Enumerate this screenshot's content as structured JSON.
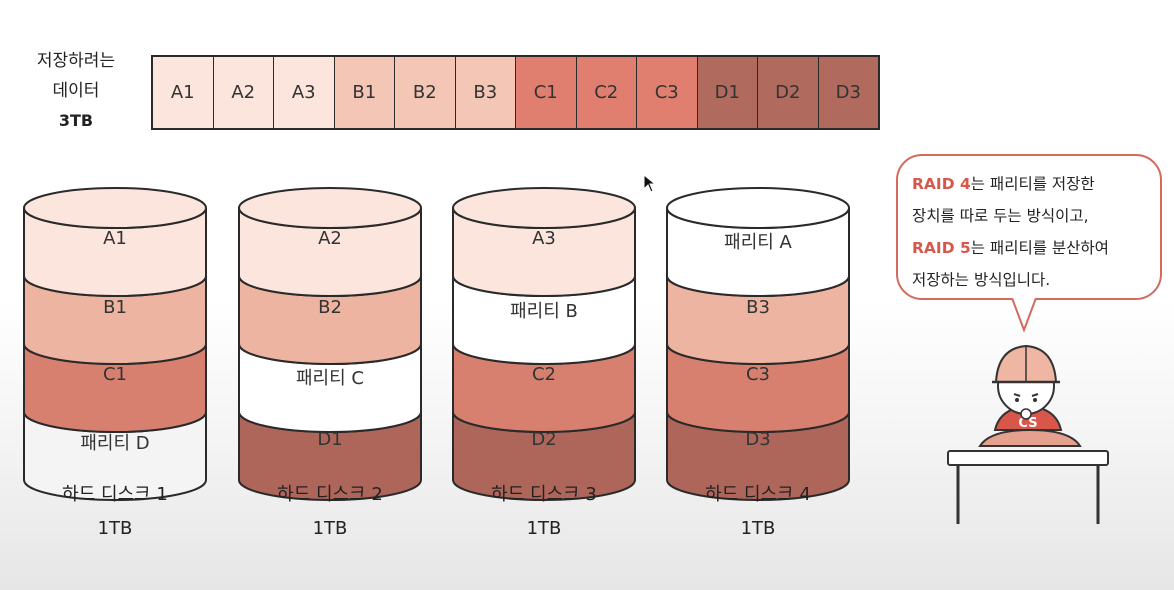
{
  "data_label": {
    "line1": "저장하려는",
    "line2": "데이터",
    "size": "3TB"
  },
  "blocks": [
    {
      "label": "A1",
      "color": "#fbe5dd"
    },
    {
      "label": "A2",
      "color": "#fbe5dd"
    },
    {
      "label": "A3",
      "color": "#fbe5dd"
    },
    {
      "label": "B1",
      "color": "#f3c6b6"
    },
    {
      "label": "B2",
      "color": "#f3c6b6"
    },
    {
      "label": "B3",
      "color": "#f3c6b6"
    },
    {
      "label": "C1",
      "color": "#e07f6f"
    },
    {
      "label": "C2",
      "color": "#e07f6f"
    },
    {
      "label": "C3",
      "color": "#e07f6f"
    },
    {
      "label": "D1",
      "color": "#b06a5e"
    },
    {
      "label": "D2",
      "color": "#b06a5e"
    },
    {
      "label": "D3",
      "color": "#b06a5e"
    }
  ],
  "disks": [
    {
      "name": "하드 디스크 1",
      "size": "1TB",
      "segments": [
        {
          "label": "A1",
          "color": "#fbe5dd"
        },
        {
          "label": "B1",
          "color": "#eeb4a2"
        },
        {
          "label": "C1",
          "color": "#d8806f"
        },
        {
          "label": "패리티 D",
          "color": "#f4f4f4"
        }
      ]
    },
    {
      "name": "하드 디스크 2",
      "size": "1TB",
      "segments": [
        {
          "label": "A2",
          "color": "#fbe5dd"
        },
        {
          "label": "B2",
          "color": "#eeb4a2"
        },
        {
          "label": "패리티 C",
          "color": "#ffffff"
        },
        {
          "label": "D1",
          "color": "#ae655a"
        }
      ]
    },
    {
      "name": "하드 디스크 3",
      "size": "1TB",
      "segments": [
        {
          "label": "A3",
          "color": "#fbe5dd"
        },
        {
          "label": "패리티 B",
          "color": "#ffffff"
        },
        {
          "label": "C2",
          "color": "#d8806f"
        },
        {
          "label": "D2",
          "color": "#ae655a"
        }
      ]
    },
    {
      "name": "하드 디스크 4",
      "size": "1TB",
      "segments": [
        {
          "label": "패리티 A",
          "color": "#ffffff"
        },
        {
          "label": "B3",
          "color": "#eeb4a2"
        },
        {
          "label": "C3",
          "color": "#d8806f"
        },
        {
          "label": "D3",
          "color": "#ae655a"
        }
      ]
    }
  ],
  "bubble": {
    "line1_accent": "RAID 4",
    "line1_rest": "는 패리티를 저장한",
    "line2": "장치를 따로 두는 방식이고,",
    "line3_accent": "RAID 5",
    "line3_rest": "는 패리티를 분산하여",
    "line4": "저장하는 방식입니다."
  },
  "worker": {
    "badge": "CS"
  },
  "colors": {
    "accent": "#d9574a",
    "outline": "#2a2a2a",
    "bubble_border": "#d46a5c"
  }
}
